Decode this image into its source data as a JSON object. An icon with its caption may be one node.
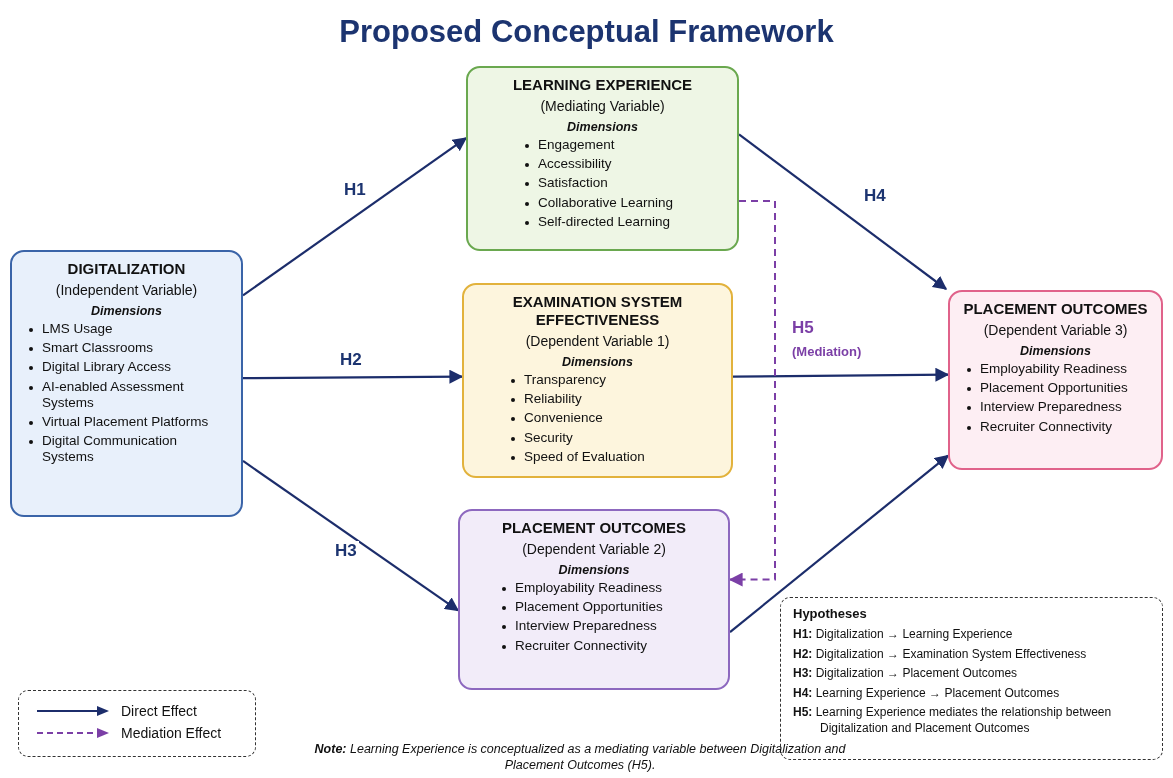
{
  "diagram": {
    "title": "Proposed Conceptual Framework",
    "nodes": [
      {
        "text": [
          "DIGITALIZATION",
          "(Independent Variable)",
          "Dimensions",
          "LMS Usage",
          "Smart Classrooms",
          "Digital Library Access",
          "AI-enabled Assessment Systems",
          "Virtual Placement Platforms",
          "Digital Communication Systems"
        ]
      },
      {
        "text": [
          "LEARNING EXPERIENCE",
          "(Mediating Variable)",
          "Dimensions",
          "Engagement",
          "Accessibility",
          "Satisfaction",
          "Collaborative Learning",
          "Self-directed Learning"
        ]
      },
      {
        "text": [
          "EXAMINATION SYSTEM EFFECTIVENESS",
          "(Dependent Variable 1)",
          "Dimensions",
          "Transparency",
          "Reliability",
          "Convenience",
          "Security",
          "Speed of Evaluation"
        ]
      },
      {
        "text": [
          "PLACEMENT OUTCOMES",
          "(Dependent Variable 2)",
          "Dimensions",
          "Employability Readiness",
          "Placement Opportunities",
          "Interview Preparedness",
          "Recruiter Connectivity"
        ]
      },
      {
        "text": [
          "PLACEMENT OUTCOMES",
          "(Dependent Variable 3)",
          "Dimensions",
          "Employability Readiness",
          "Placement Opportunities",
          "Interview Preparedness",
          "Recruiter Connectivity"
        ]
      },
      {
        "text": [
          "Hypotheses",
          "**H1:** Digitalization → Learning Experience",
          "**H2:** Digitalization → Examination System Effectiveness",
          "**H3:** Digitalization → Placement Outcomes",
          "**H4:** Learning Experience → Placement Outcomes",
          "**H5:** Learning Experience mediates the relationship between Digitalization and Placement Outcomes"
        ]
      }
    ],
    "edges": [
      {
        "from": 0,
        "to": 1,
        "arrow": "to",
        "label": "H1"
      },
      {
        "from": 0,
        "to": 2,
        "arrow": "to",
        "label": "H2"
      },
      {
        "from": 0,
        "to": 3,
        "arrow": "to",
        "label": "H3"
      },
      {
        "from": 1,
        "to": 4,
        "arrow": "to",
        "label": "H4"
      },
      {
        "from": 2,
        "to": 4,
        "arrow": "to"
      },
      {
        "from": 3,
        "to": 4,
        "arrow": "to"
      },
      {
        "from": 1,
        "to": 3,
        "arrow": "to",
        "label": "H5",
        "style": "dashed",
        "color": "#7b3fa6"
      }
    ],
    "labels": [
      "(Mediation)",
      "**Note:** Learning Experience is conceptualized as a mediating variable between Digitalization and Placement Outcomes (H5)."
    ],
    "legend": [
      {
        "text": "Direct Effect"
      },
      {
        "text": "Mediation Effect"
      }
    ]
  }
}
